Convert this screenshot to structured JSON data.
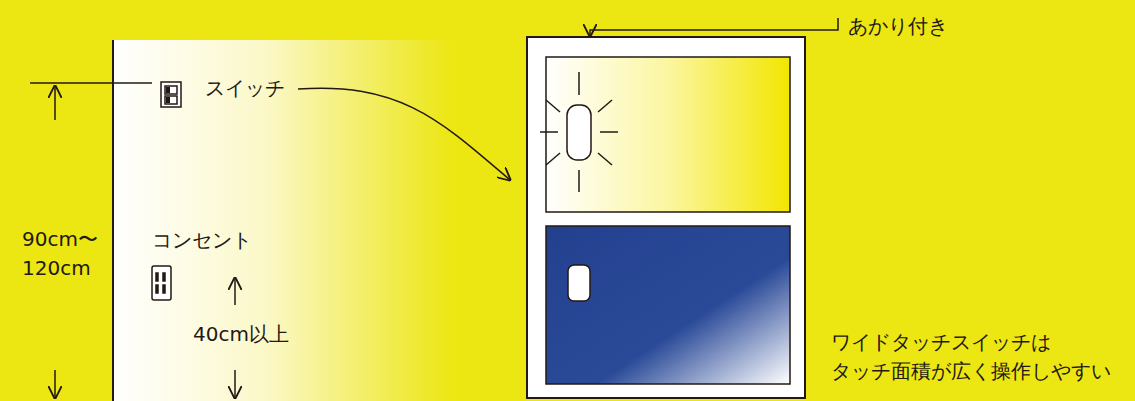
{
  "diagram": {
    "labels": [
      "スイッチ",
      "コンセント",
      "90cm〜 120cm",
      "40cm以上",
      "あかり付き",
      "ワイドタッチスイッチは タッチ面積が広く操作しやすい"
    ]
  }
}
